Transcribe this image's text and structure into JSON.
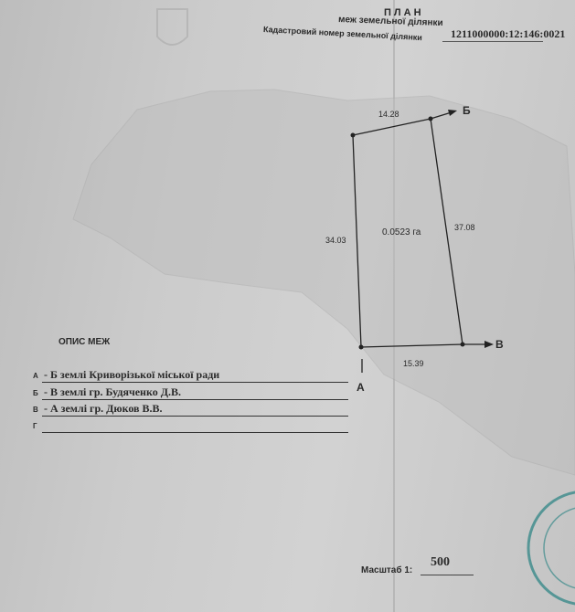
{
  "header": {
    "title": "ПЛАН",
    "subtitle": "меж земельної ділянки",
    "cadastral_label": "Кадастровий номер земельної ділянки",
    "cadastral_number": "1211000000:12:146:0021"
  },
  "plan": {
    "area": "0.0523 га",
    "sides": {
      "top": "14.28",
      "left": "34.03",
      "right": "37.08",
      "bottom": "15.39"
    },
    "points": {
      "a": "А",
      "b": "Б",
      "v": "В"
    }
  },
  "boundaries": {
    "heading": "ОПИС МЕЖ",
    "rows": [
      {
        "letter": "А",
        "text": "- Б  землі Криворізької міської ради"
      },
      {
        "letter": "Б",
        "text": "- В  землі гр. Будяченко Д.В."
      },
      {
        "letter": "В",
        "text": "- А  землі гр. Дюков В.В."
      },
      {
        "letter": "Г",
        "text": ""
      }
    ]
  },
  "scale": {
    "label": "Масштаб  1:",
    "value": "500"
  },
  "colors": {
    "paper": "#c9c9c9",
    "ink": "#2a2a2a",
    "stamp": "#3a8a8a"
  }
}
